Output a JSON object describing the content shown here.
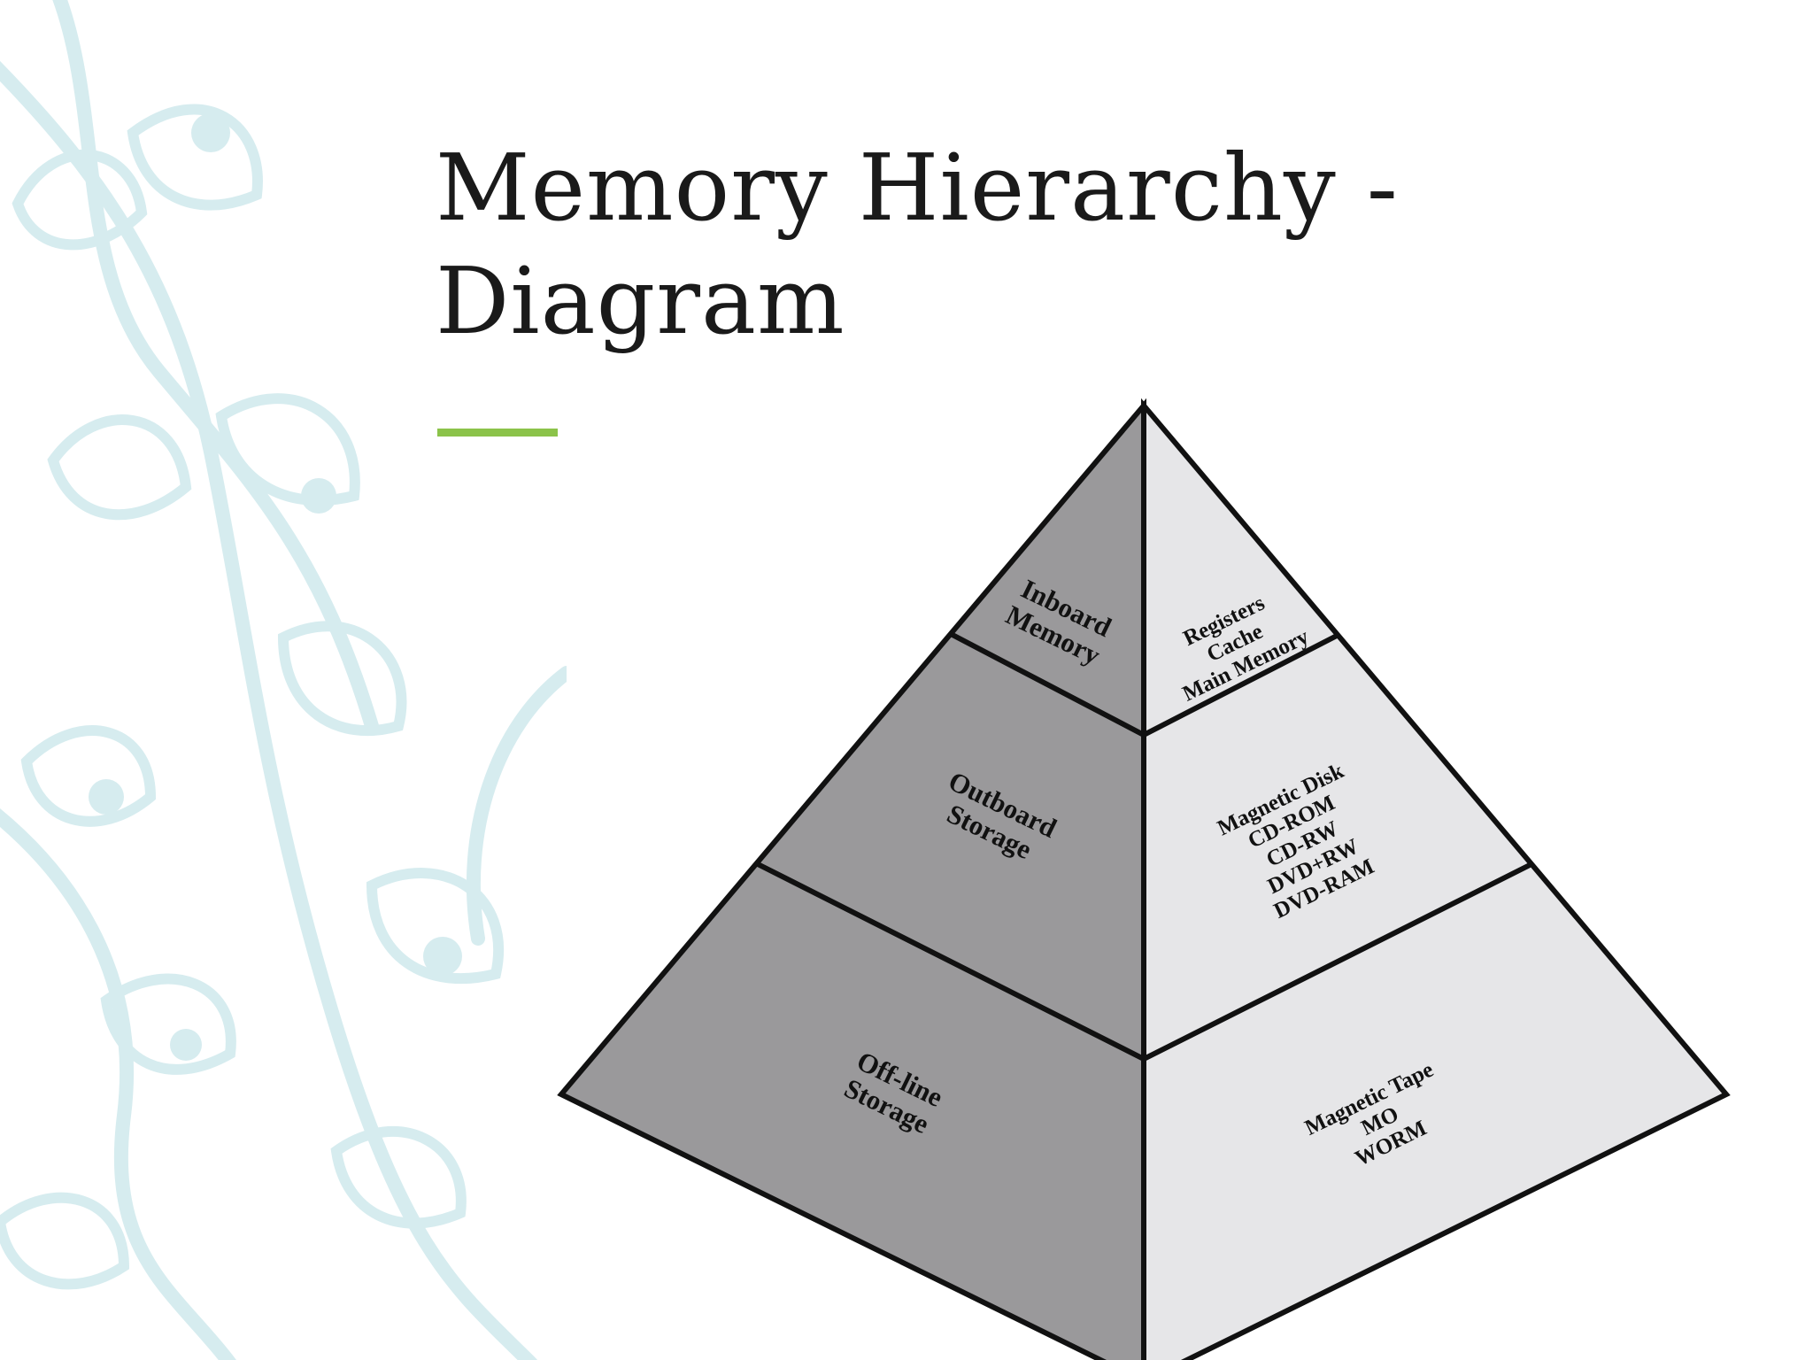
{
  "slide": {
    "title_lines": [
      "Memory Hierarchy -",
      "Diagram"
    ],
    "accent_color": "#8bc34a",
    "decor_color": "#d6ecef"
  },
  "pyramid": {
    "left_face_color": "#9a999b",
    "right_face_color": "#e6e6e8",
    "tiers": [
      {
        "category": [
          "Inboard",
          "Memory"
        ],
        "items": [
          "Registers",
          "Cache",
          "Main Memory"
        ]
      },
      {
        "category": [
          "Outboard",
          "Storage"
        ],
        "items": [
          "Magnetic Disk",
          "CD-ROM",
          "CD-RW",
          "DVD+RW",
          "DVD-RAM"
        ]
      },
      {
        "category": [
          "Off-line",
          "Storage"
        ],
        "items": [
          "Magnetic Tape",
          "MO",
          "WORM"
        ]
      }
    ]
  }
}
